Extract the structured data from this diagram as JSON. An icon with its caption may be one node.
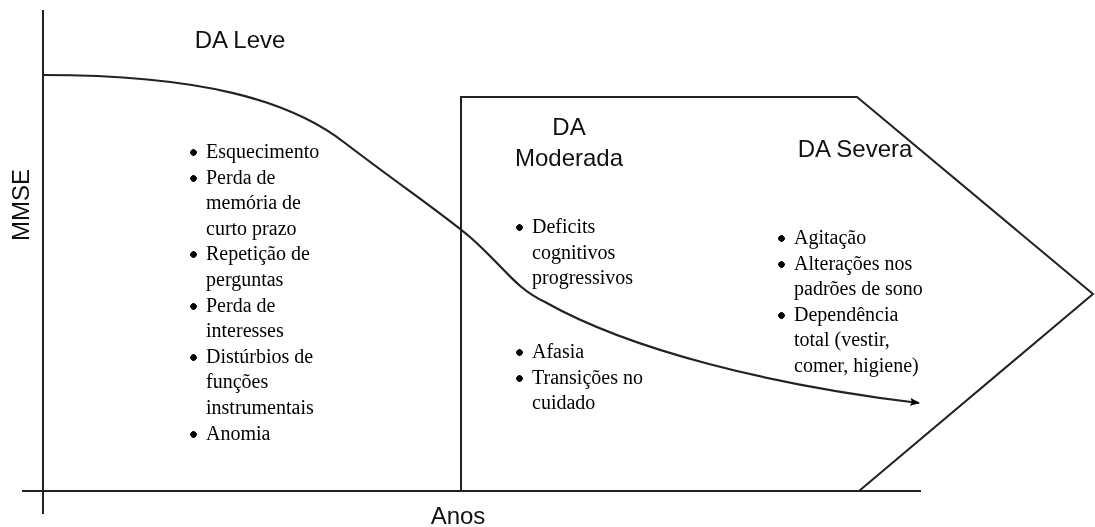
{
  "diagram": {
    "nodes": [
      {
        "text": [
          "DA Moderada",
          "Deficits cognitivos progressivos",
          "Afasia",
          "Transições no cuidado",
          "DA Severa",
          "Agitação",
          "Alterações nos padrões de sono",
          "Dependência total (vestir, comer, higiene)"
        ]
      }
    ],
    "labels": [
      "DA Leve",
      "Esquecimento",
      "Perda de memória de curto prazo",
      "Repetição de perguntas",
      "Perda de interesses",
      "Distúrbios de funções instrumentais",
      "Anomia",
      "MMSE",
      "Anos"
    ]
  }
}
